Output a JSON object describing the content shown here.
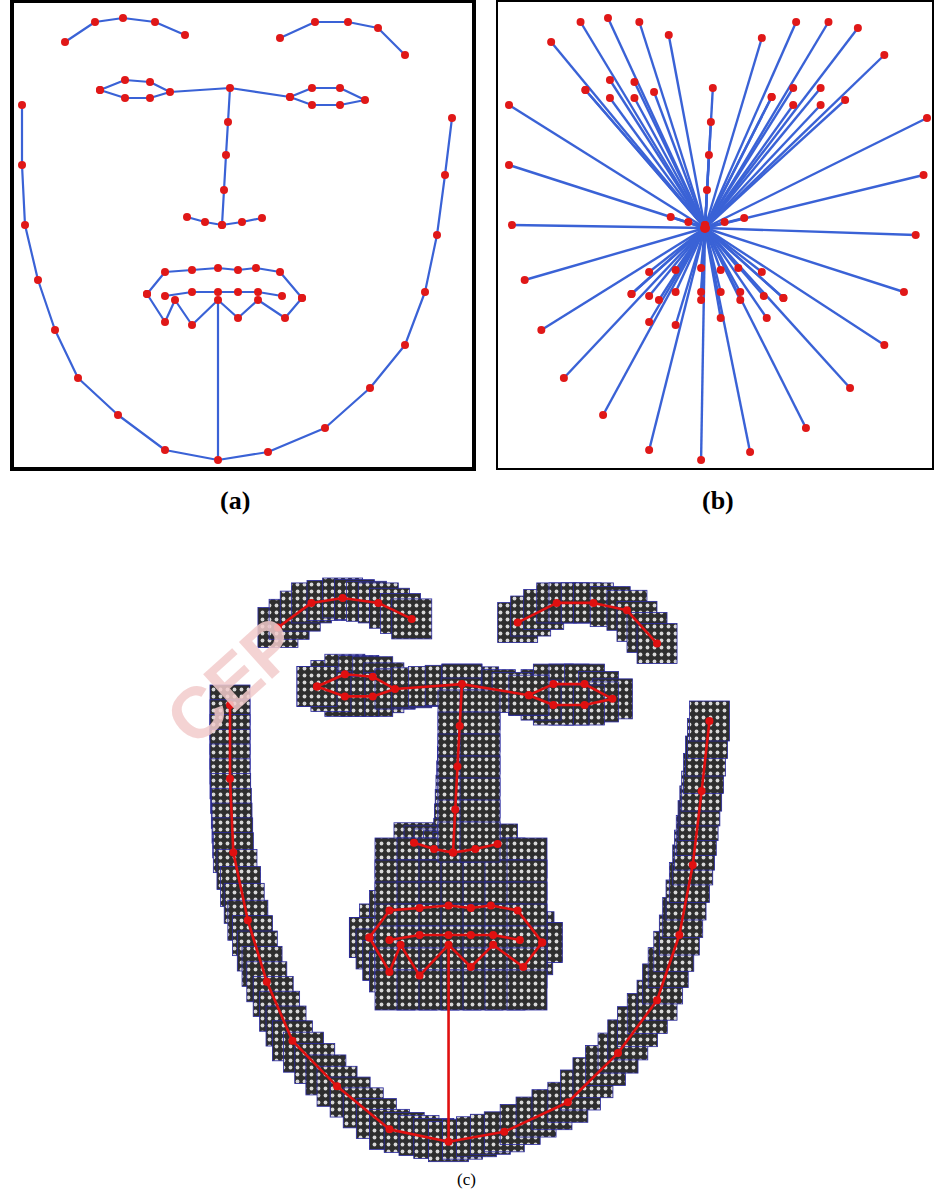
{
  "diagram": {
    "labels": [
      "(a)",
      "(b)",
      "(c)",
      "CEP"
    ]
  }
}
